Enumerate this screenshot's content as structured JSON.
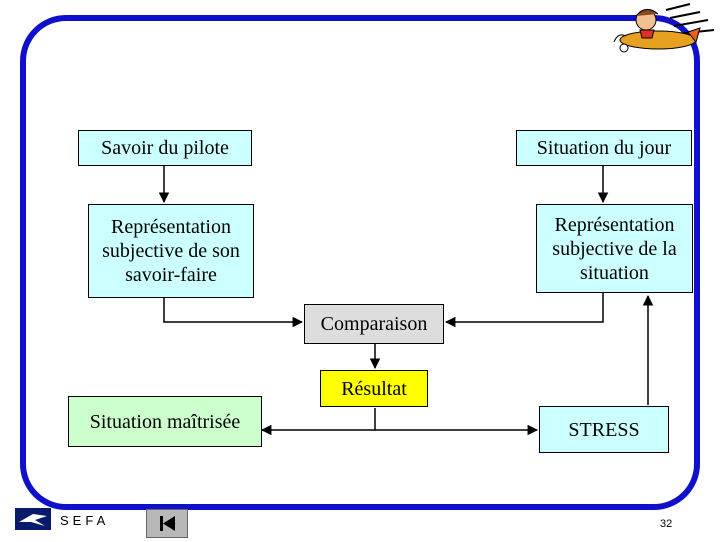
{
  "boxes": {
    "savoir_pilote": "Savoir du pilote",
    "situation_jour": "Situation du jour",
    "repr_savoir": "Représentation subjective de son savoir-faire",
    "repr_situation": "Représentation subjective de la situation",
    "comparaison": "Comparaison",
    "resultat": "Résultat",
    "situation_maitrisee": "Situation maîtrisée",
    "stress": "STRESS"
  },
  "footer": {
    "org": "SEFA",
    "page_number": "32"
  },
  "icons": {
    "logo": "sefa-logo-icon",
    "nav": "first-page-icon",
    "mascot": "pilot-plane-icon"
  },
  "colors": {
    "frame": "#1010cc",
    "box_main": "#ccffff",
    "box_compare": "#dddddd",
    "box_result": "#ffff00",
    "box_mastered": "#ccffcc"
  }
}
